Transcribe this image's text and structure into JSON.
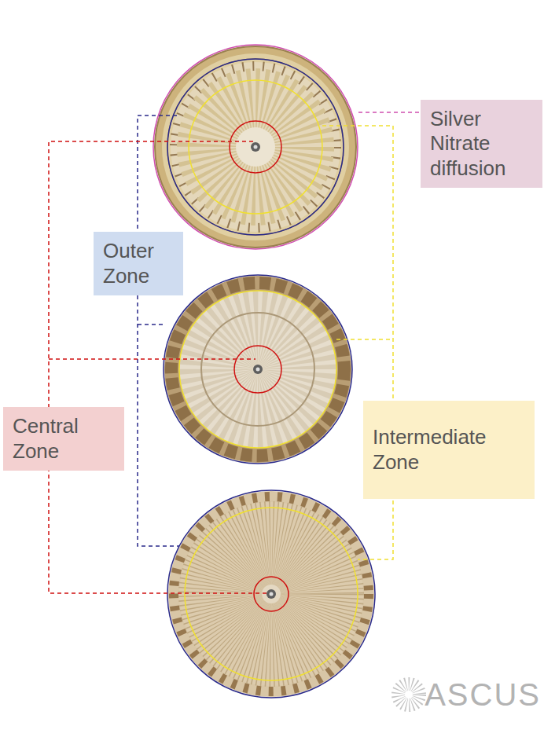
{
  "diagram": {
    "nodes": [
      {
        "text": [
          "Silver Nitrate diffusion"
        ]
      },
      {
        "text": [
          "Outer Zone"
        ]
      },
      {
        "text": [
          "Central Zone"
        ]
      },
      {
        "text": [
          "Intermediate Zone"
        ]
      }
    ],
    "labels": [
      "ASCUS"
    ]
  }
}
